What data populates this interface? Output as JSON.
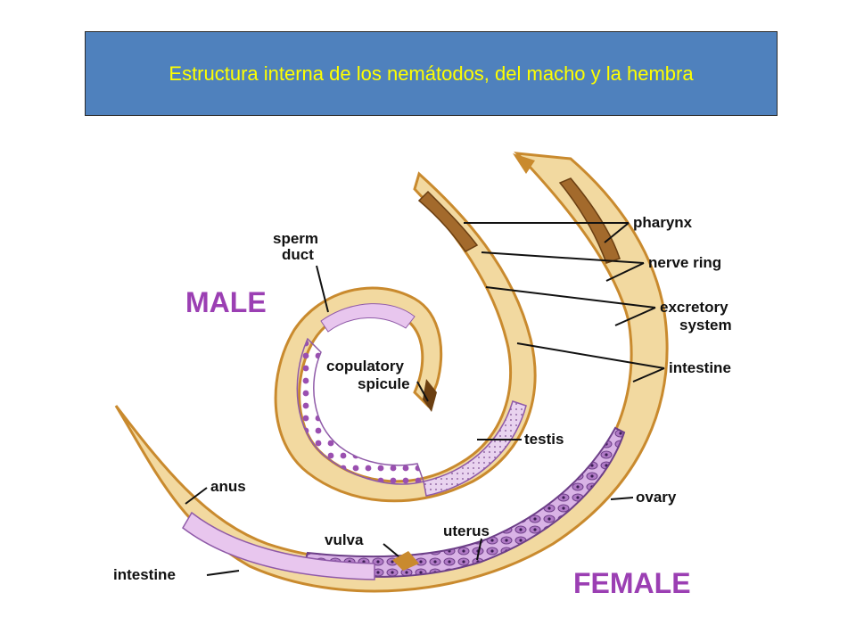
{
  "title": "Estructura interna de los nemátodos, del macho y la hembra",
  "labels": {
    "male": "MALE",
    "female": "FEMALE",
    "sperm_duct_1": "sperm",
    "sperm_duct_2": "duct",
    "copulatory_1": "copulatory",
    "copulatory_2": "spicule",
    "testis": "testis",
    "pharynx": "pharynx",
    "nerve_ring": "nerve ring",
    "excretory_1": "excretory",
    "excretory_2": "system",
    "intestine_right": "intestine",
    "ovary": "ovary",
    "uterus": "uterus",
    "vulva": "vulva",
    "anus": "anus",
    "intestine_left": "intestine"
  },
  "colors": {
    "title_bg": "#4f81bd",
    "title_text": "#ffff00",
    "body_fill": "#f2d9a0",
    "body_outline": "#c98a2e",
    "gonad": "#e8c6ee",
    "gonad_dark": "#8f5aa8",
    "label_purple": "#9b3fb3"
  }
}
